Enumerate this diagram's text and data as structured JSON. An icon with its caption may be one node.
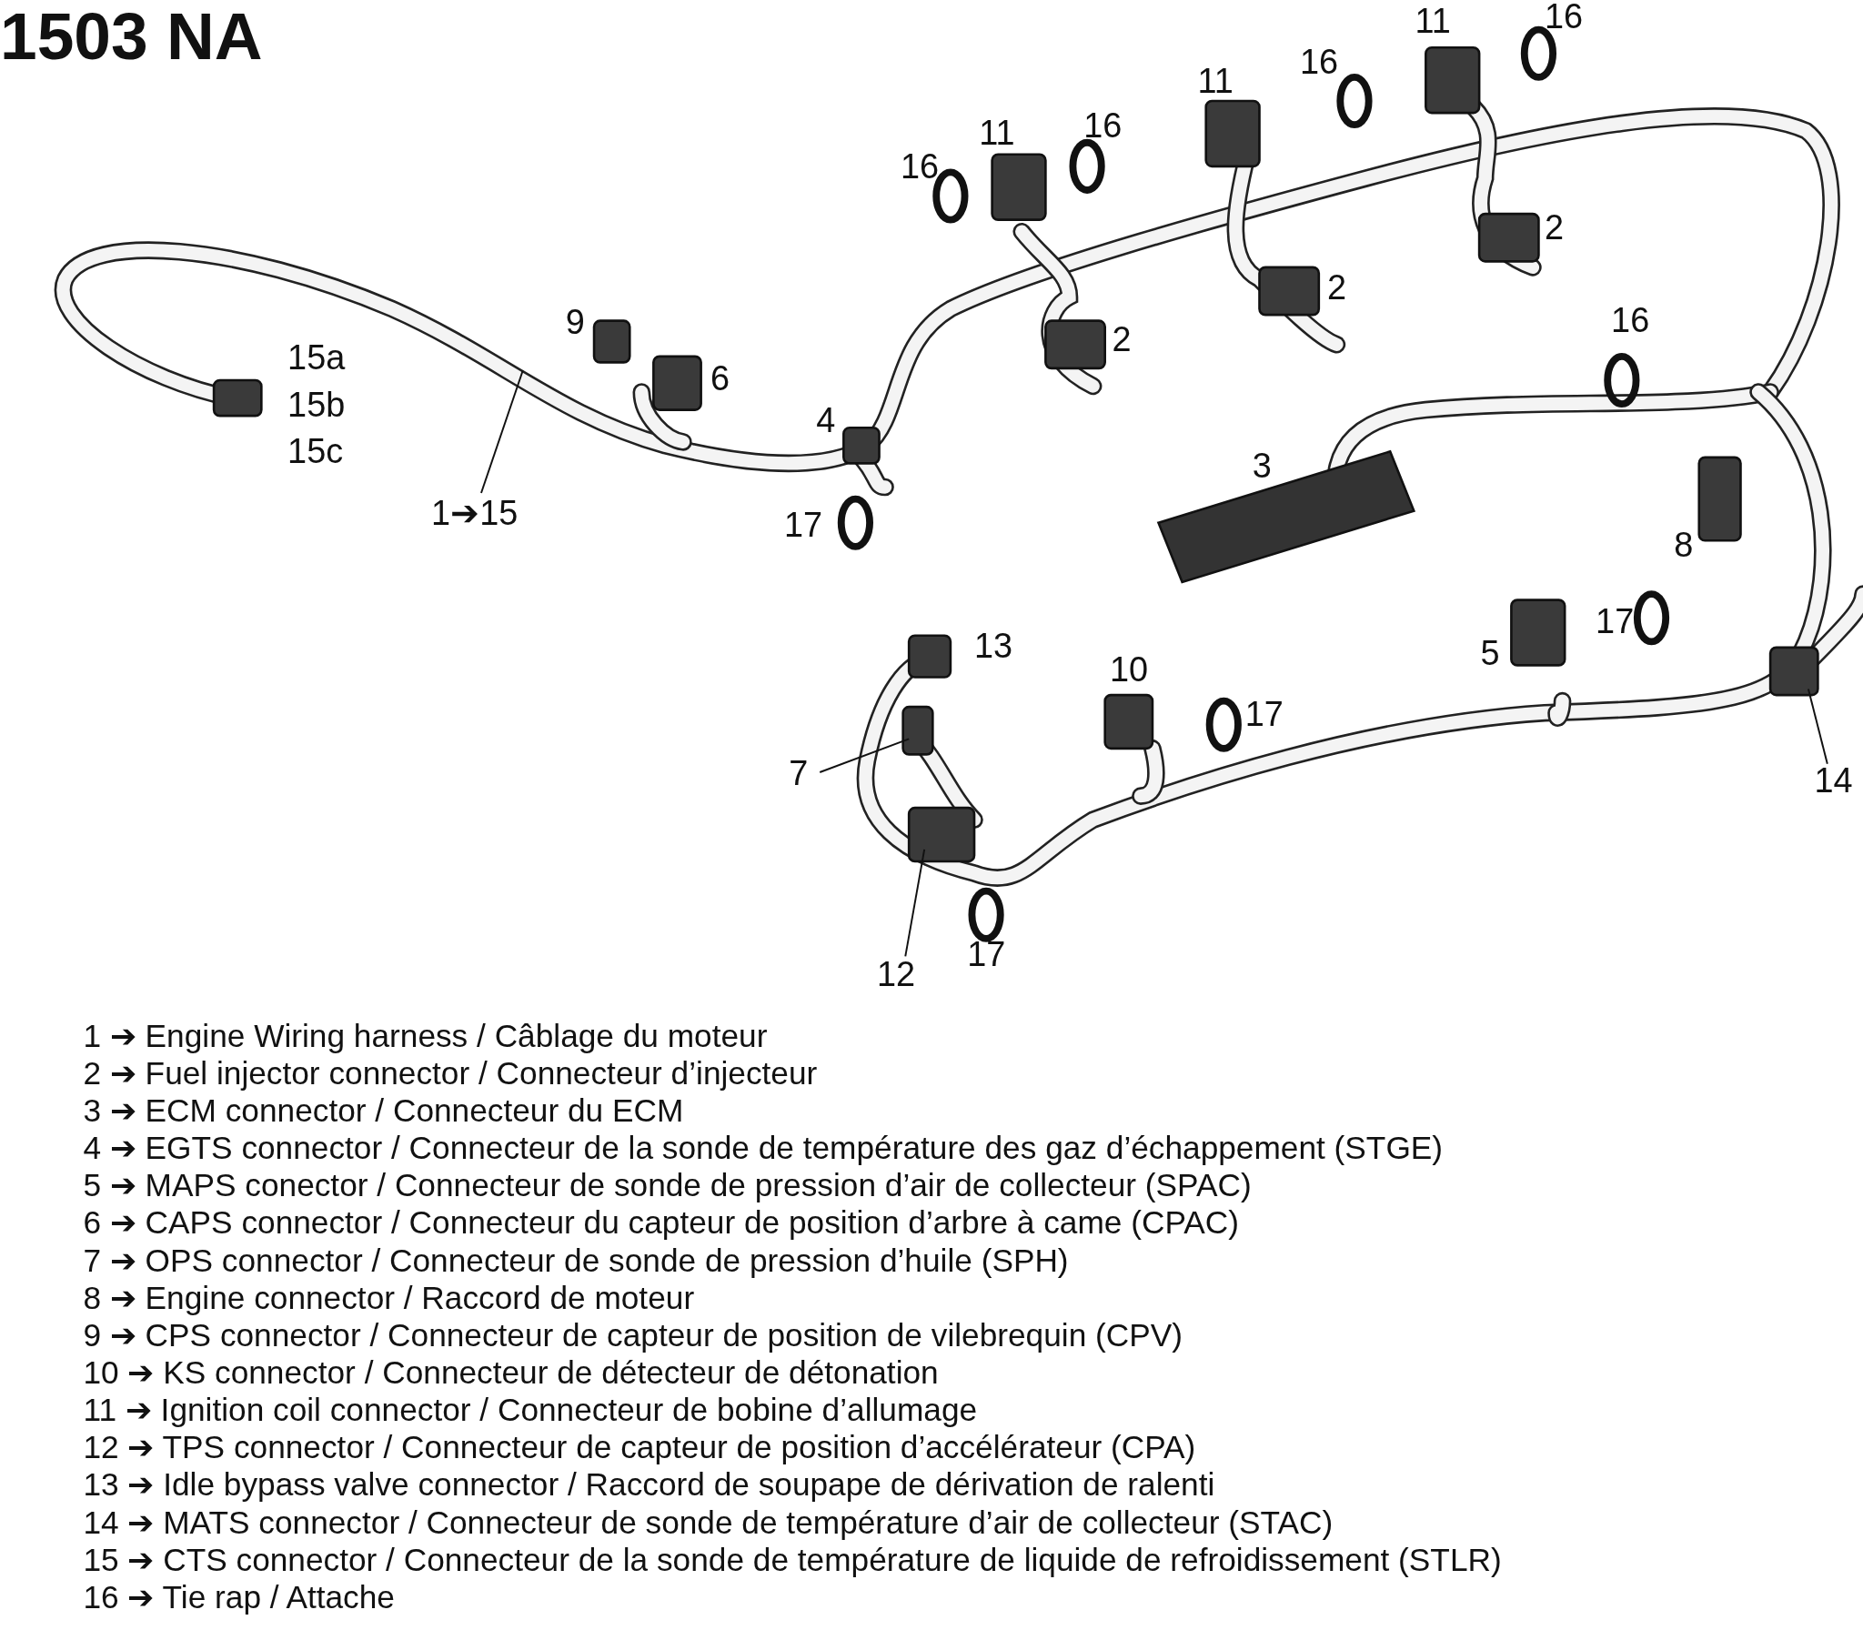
{
  "diagram": {
    "title": "1503 NA",
    "nodes": [
      {
        "text": [
          "1➔15"
        ]
      },
      {
        "text": [
          "7"
        ]
      },
      {
        "text": [
          "12"
        ]
      },
      {
        "text": [
          "14"
        ]
      }
    ],
    "edges": [
      {
        "from": 0,
        "to": null,
        "arrow": "none"
      },
      {
        "from": 1,
        "to": null,
        "arrow": "none"
      },
      {
        "from": 2,
        "to": null,
        "arrow": "none"
      },
      {
        "from": 3,
        "to": null,
        "arrow": "none"
      }
    ],
    "labels": [
      "16",
      "11",
      "16",
      "11",
      "16",
      "11",
      "16",
      "2",
      "2",
      "2",
      "9",
      "6",
      "15a",
      "15b",
      "15c",
      "4",
      "17",
      "16",
      "3",
      "8",
      "13",
      "10",
      "17",
      "17",
      "5",
      "17",
      "1 ➔ Engine Wiring harness / Câblage du moteur",
      "2 ➔ Fuel injector connector / Connecteur d’injecteur",
      "3 ➔ ECM connector / Connecteur du ECM",
      "4 ➔ EGTS connector / Connecteur de la sonde de température des gaz d’échappement (STGE)",
      "5 ➔ MAPS conector / Connecteur de sonde de pression d’air de collecteur (SPAC)",
      "6 ➔ CAPS connector / Connecteur du capteur de position d’arbre à came (CPAC)",
      "7 ➔ OPS connector / Connecteur de sonde de pression d’huile (SPH)",
      "8 ➔ Engine connector / Raccord de moteur",
      "9 ➔ CPS connector / Connecteur de capteur de position de vilebrequin (CPV)",
      "10 ➔ KS connector / Connecteur de détecteur de détonation",
      "11 ➔ Ignition coil connector / Connecteur de bobine d’allumage",
      "12 ➔ TPS connector / Connecteur de capteur de position d’accélérateur (CPA)",
      "13 ➔ Idle bypass valve connector / Raccord de soupape de dérivation de ralenti",
      "14 ➔ MATS connector / Connecteur de sonde de température d’air de collecteur (STAC)",
      "15 ➔ CTS connector / Connecteur de la sonde de température de liquide de refroidissement (STLR)",
      "16 ➔ Tie rap / Attache"
    ]
  }
}
